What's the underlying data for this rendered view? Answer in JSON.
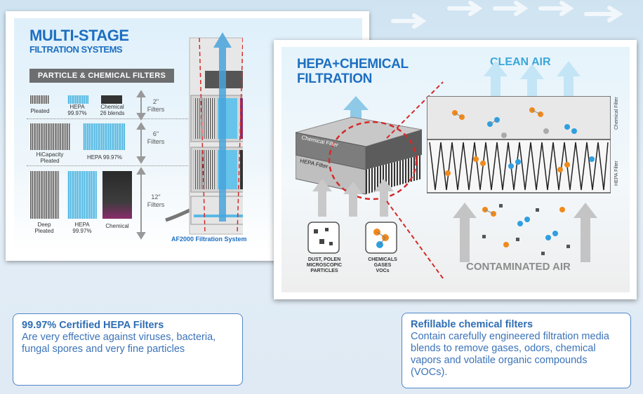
{
  "left_panel": {
    "title_line1": "MULTI-STAGE",
    "title_line2": "FILTRATION SYSTEMS",
    "banner": "PARTICLE & CHEMICAL FILTERS",
    "row1": {
      "pleated": "Pleated",
      "hepa": "HEPA\n99.97%",
      "chemical": "Chemical\n26 blends",
      "size": "2\"\nFilters"
    },
    "row2": {
      "hicapacity": "HiCapacity\nPleated",
      "hepa": "HEPA 99.97%",
      "size": "6\"\nFilters"
    },
    "row3": {
      "deep": "Deep\nPleated",
      "hepa": "HEPA\n99.97%",
      "chemical": "Chemical",
      "size": "12\"\nFilters"
    },
    "system_caption": "AF2000 Filtration System"
  },
  "right_panel": {
    "title_line1": "HEPA+CHEMICAL",
    "title_line2": "FILTRATION",
    "clean_air": "CLEAN AIR",
    "contaminated_air": "CONTAMINATED AIR",
    "block_chemical": "Chemical Filter",
    "block_hepa": "HEPA Filter",
    "side_chemical": "Chemical Filter",
    "side_hepa": "HEPA Filter",
    "legend_dust": "DUST, POLEN\nMICROSCOPIC\nPARTICLES",
    "legend_chem": "CHEMICALS\nGASES\nVOCs"
  },
  "info_left": {
    "title": "99.97% Certified HEPA Filters",
    "body": "Are very effective against viruses, bacteria, fungal spores and very fine particles"
  },
  "info_right": {
    "title": "Refillable chemical filters",
    "body": "Contain carefully engineered filtration media blends to remove gases, odors, chemical vapors and volatile organic compounds (VOCs)."
  },
  "colors": {
    "brand_blue": "#1d6fc1",
    "hepa_blue": "#43b1de",
    "text_blue": "#3b73b9",
    "chem_magenta": "#8a2c6b",
    "molecule_orange": "#f08a1c",
    "molecule_blue": "#2f9fe0"
  }
}
